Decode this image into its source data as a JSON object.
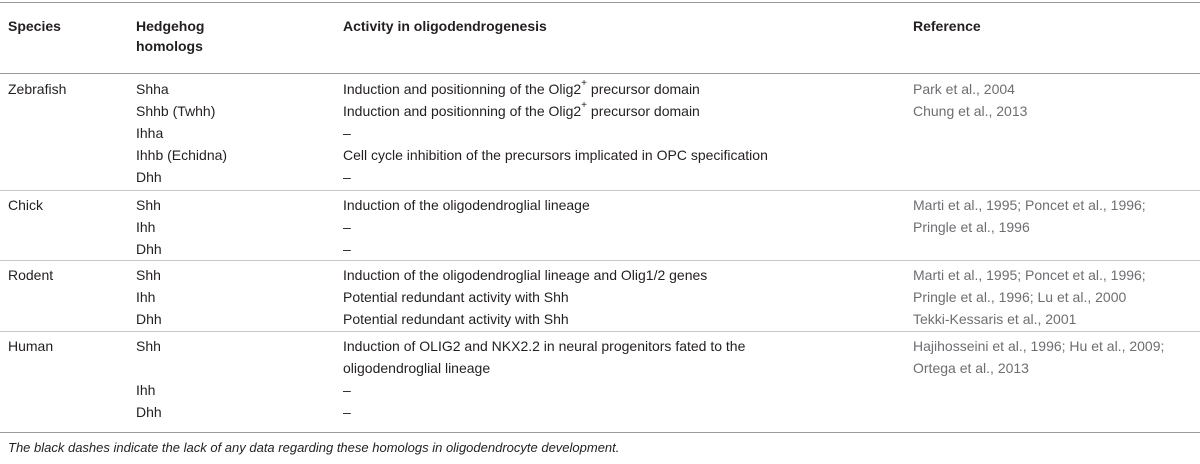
{
  "table": {
    "headers": {
      "species": "Species",
      "homologs": "Hedgehog homologs",
      "activity": "Activity in oligodendrogenesis",
      "reference": "Reference"
    },
    "groups": [
      {
        "species": "Zebrafish",
        "rows": [
          {
            "homolog": "Shha",
            "activity": "Induction and positionning of the Olig2",
            "activity_sup": "+",
            "activity_tail": " precursor domain",
            "reference": "Park et al., 2004"
          },
          {
            "homolog": "Shhb (Twhh)",
            "activity": "Induction and positionning of the Olig2",
            "activity_sup": "+",
            "activity_tail": " precursor domain",
            "reference": "Chung et al., 2013"
          },
          {
            "homolog": "Ihha",
            "activity": "–",
            "activity_sup": "",
            "activity_tail": "",
            "reference": ""
          },
          {
            "homolog": "Ihhb (Echidna)",
            "activity": "Cell cycle inhibition of the precursors implicated in OPC specification",
            "activity_sup": "",
            "activity_tail": "",
            "reference": ""
          },
          {
            "homolog": "Dhh",
            "activity": "–",
            "activity_sup": "",
            "activity_tail": "",
            "reference": ""
          }
        ]
      },
      {
        "species": "Chick",
        "rows": [
          {
            "homolog": "Shh",
            "activity": "Induction of the oligodendroglial lineage",
            "activity_sup": "",
            "activity_tail": "",
            "reference": "Marti et al., 1995; Poncet et al., 1996;"
          },
          {
            "homolog": "Ihh",
            "activity": "–",
            "activity_sup": "",
            "activity_tail": "",
            "reference": "Pringle et al., 1996"
          },
          {
            "homolog": "Dhh",
            "activity": "–",
            "activity_sup": "",
            "activity_tail": "",
            "reference": ""
          }
        ]
      },
      {
        "species": "Rodent",
        "rows": [
          {
            "homolog": "Shh",
            "activity": "Induction of the oligodendroglial lineage and Olig1/2 genes",
            "activity_sup": "",
            "activity_tail": "",
            "reference": "Marti et al., 1995; Poncet et al., 1996;"
          },
          {
            "homolog": "Ihh",
            "activity": "Potential redundant activity with Shh",
            "activity_sup": "",
            "activity_tail": "",
            "reference": "Pringle et al., 1996; Lu et al., 2000"
          },
          {
            "homolog": "Dhh",
            "activity": "Potential redundant activity with Shh",
            "activity_sup": "",
            "activity_tail": "",
            "reference": "Tekki-Kessaris et al., 2001"
          }
        ]
      },
      {
        "species": "Human",
        "rows": [
          {
            "homolog": "Shh",
            "activity": "Induction of OLIG2 and NKX2.2 in neural progenitors fated to the oligodendroglial lineage",
            "activity_sup": "",
            "activity_tail": "",
            "reference": "Hajihosseini et al., 1996; Hu et al., 2009; Ortega et al., 2013"
          },
          {
            "homolog": "Ihh",
            "activity": "–",
            "activity_sup": "",
            "activity_tail": "",
            "reference": ""
          },
          {
            "homolog": "Dhh",
            "activity": "–",
            "activity_sup": "",
            "activity_tail": "",
            "reference": ""
          }
        ]
      }
    ],
    "footnote": "The black dashes indicate the lack of any data regarding these homologs in oligodendrocyte development."
  }
}
